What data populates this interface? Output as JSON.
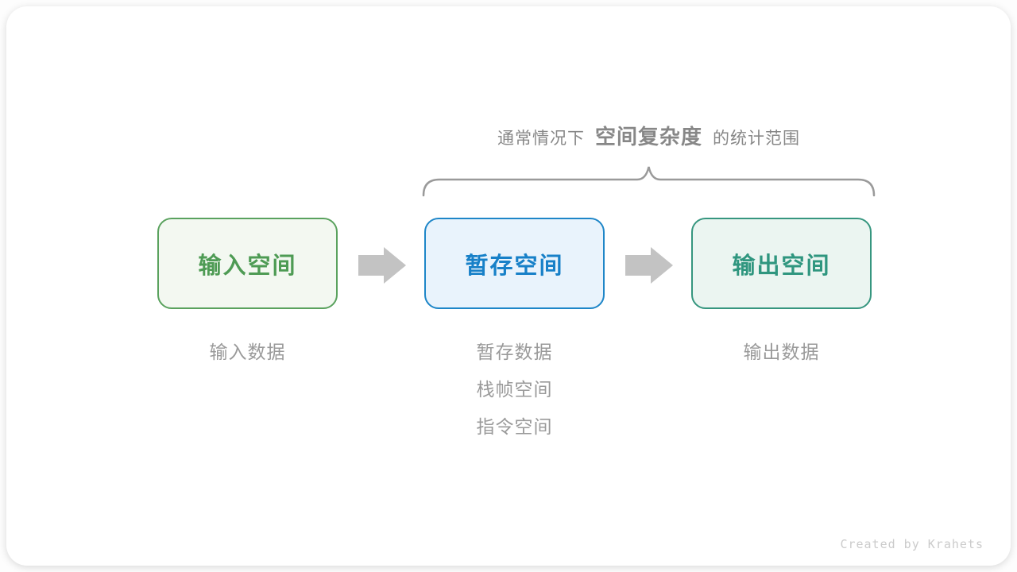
{
  "annotation": {
    "prefix": "通常情况下",
    "highlight": "空间复杂度",
    "suffix": "的统计范围",
    "color": "#878787"
  },
  "brace": {
    "color": "#9a9a9a"
  },
  "flow": {
    "arrow_color": "#c3c3c3",
    "sublabel_color": "#9a9a9a",
    "nodes": [
      {
        "id": "input-space",
        "label": "输入空间",
        "border_color": "#5aa25e",
        "background_color": "#f3f8f1",
        "text_color": "#4e9b54",
        "sublabels": [
          "输入数据"
        ]
      },
      {
        "id": "temp-space",
        "label": "暂存空间",
        "border_color": "#1e86c8",
        "background_color": "#e9f3fc",
        "text_color": "#1780c8",
        "sublabels": [
          "暂存数据",
          "栈帧空间",
          "指令空间"
        ]
      },
      {
        "id": "output-space",
        "label": "输出空间",
        "border_color": "#36967f",
        "background_color": "#ebf5f1",
        "text_color": "#2f967f",
        "sublabels": [
          "输出数据"
        ]
      }
    ]
  },
  "credit": {
    "text": "Created by Krahets",
    "color": "#cbcbcb"
  }
}
